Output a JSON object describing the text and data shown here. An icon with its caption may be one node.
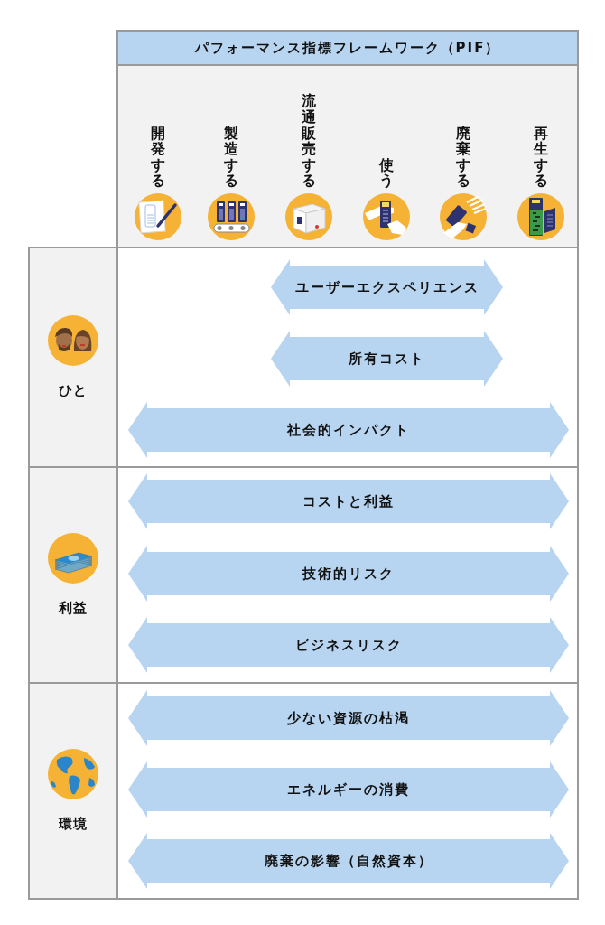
{
  "diagram": {
    "nodes": [
      {
        "text": [
          "パフォーマンス指標フレームワーク（PIF）"
        ]
      },
      {
        "text": [
          "ひと"
        ]
      },
      {
        "text": [
          "ユーザーエクスペリエンス"
        ]
      },
      {
        "text": [
          "所有コスト"
        ]
      },
      {
        "text": [
          "社会的インパクト"
        ]
      },
      {
        "text": [
          "利益"
        ]
      },
      {
        "text": [
          "コストと利益"
        ]
      },
      {
        "text": [
          "技術的リスク"
        ]
      },
      {
        "text": [
          "ビジネスリスク"
        ]
      },
      {
        "text": [
          "環境"
        ]
      },
      {
        "text": [
          "少ない資源の枯渇"
        ]
      },
      {
        "text": [
          "エネルギーの消費"
        ]
      },
      {
        "text": [
          "廃棄の影響（自然資本）"
        ]
      }
    ],
    "labels": [
      "開発する",
      "製造する",
      "流通販売する",
      "使う",
      "廃棄する",
      "再生する"
    ]
  }
}
